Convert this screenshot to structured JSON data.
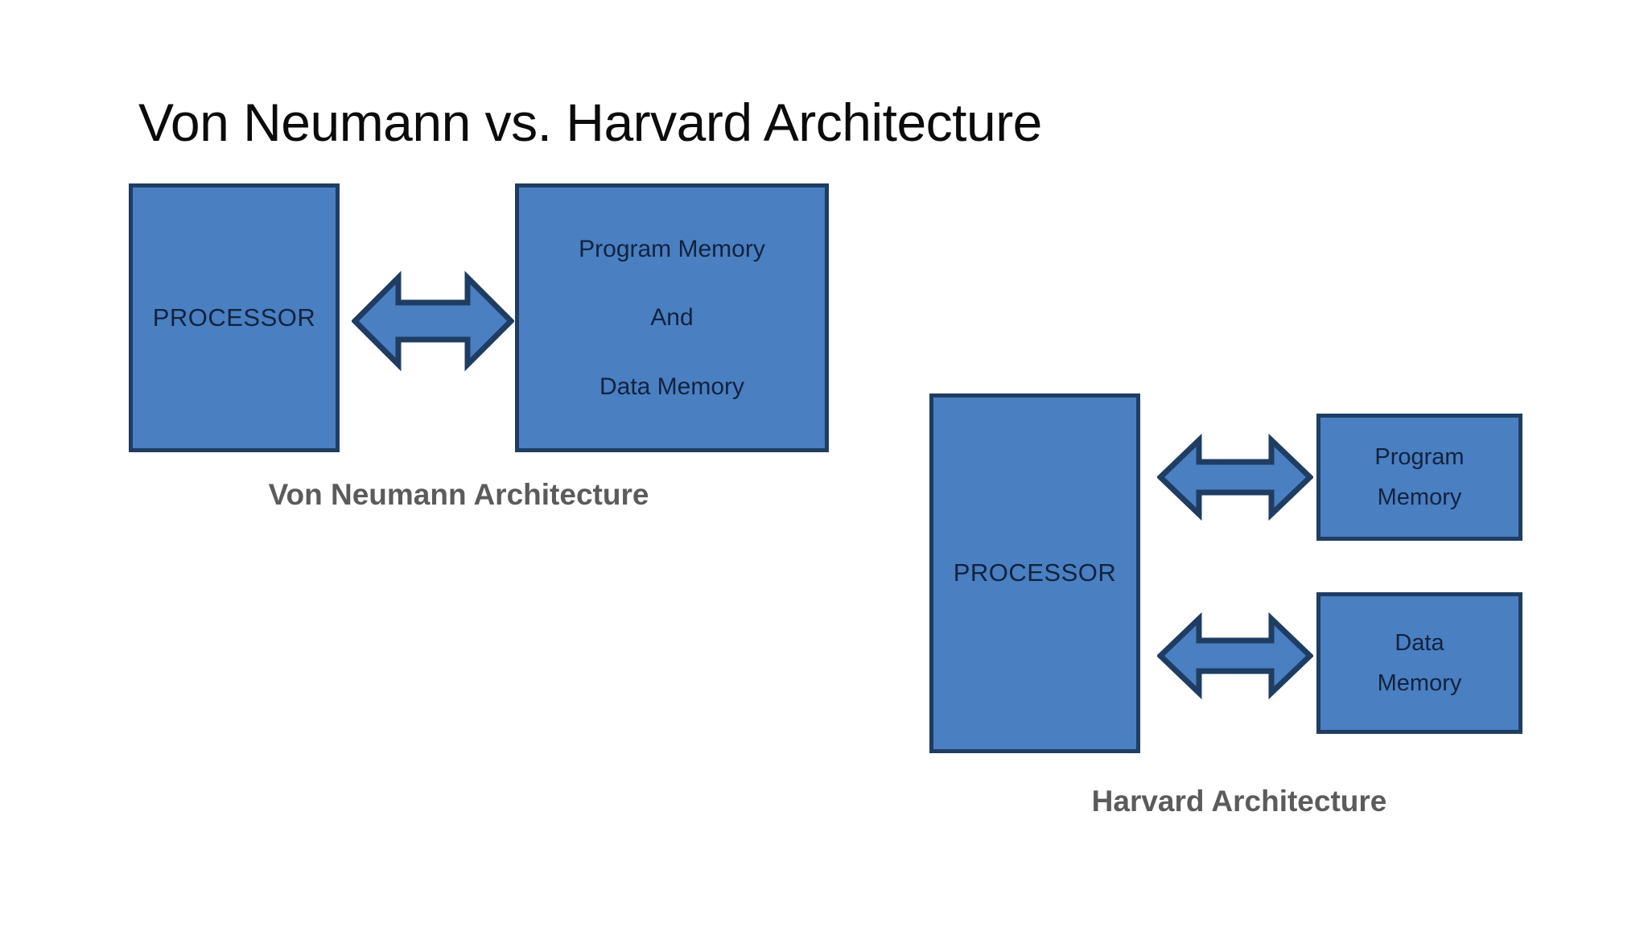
{
  "title": "Von Neumann vs. Harvard Architecture",
  "colors": {
    "block_fill": "#4a7fc1",
    "block_border": "#1f3d63",
    "block_text": "#11233f",
    "caption_text": "#5b5b5b",
    "title_text": "#0b0b0b",
    "arrow_fill": "#4a7fc1",
    "arrow_stroke": "#1f3d63",
    "background": "#ffffff"
  },
  "von_neumann": {
    "caption": "Von Neumann Architecture",
    "processor": {
      "label": "PROCESSOR"
    },
    "memory": {
      "line1": "Program Memory",
      "line2": "And",
      "line3": "Data Memory"
    },
    "arrow": {
      "name": "bidirectional-arrow"
    }
  },
  "harvard": {
    "caption": "Harvard Architecture",
    "processor": {
      "label": "PROCESSOR"
    },
    "program_memory": {
      "line1": "Program",
      "line2": "Memory"
    },
    "data_memory": {
      "line1": "Data",
      "line2": "Memory"
    },
    "arrow_top": {
      "name": "bidirectional-arrow"
    },
    "arrow_bottom": {
      "name": "bidirectional-arrow"
    }
  }
}
